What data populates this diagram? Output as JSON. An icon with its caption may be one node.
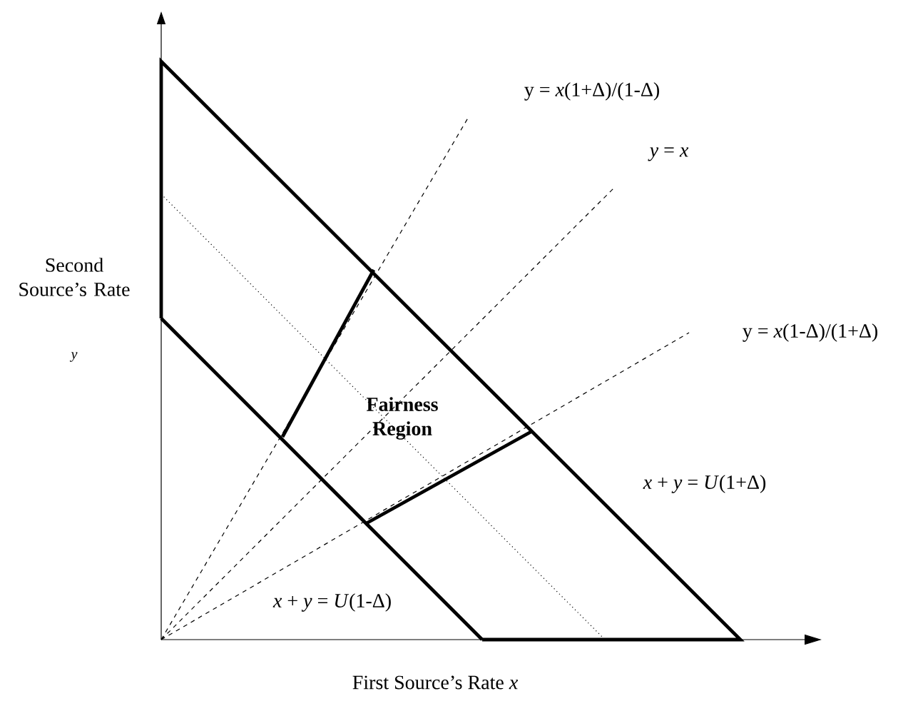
{
  "diagram": {
    "labels": [
      "Second Source’s Rate",
      "y",
      "y = *x*(1+Δ)/(1-Δ)",
      "*y* = *x*",
      "y = *x*(1-Δ)/(1+Δ)",
      "**Fairness Region**",
      "*x* + *y* = *U*(1+Δ)",
      "*x* + *y* = *U*(1-Δ)",
      "First Source’s Rate *x*"
    ]
  }
}
